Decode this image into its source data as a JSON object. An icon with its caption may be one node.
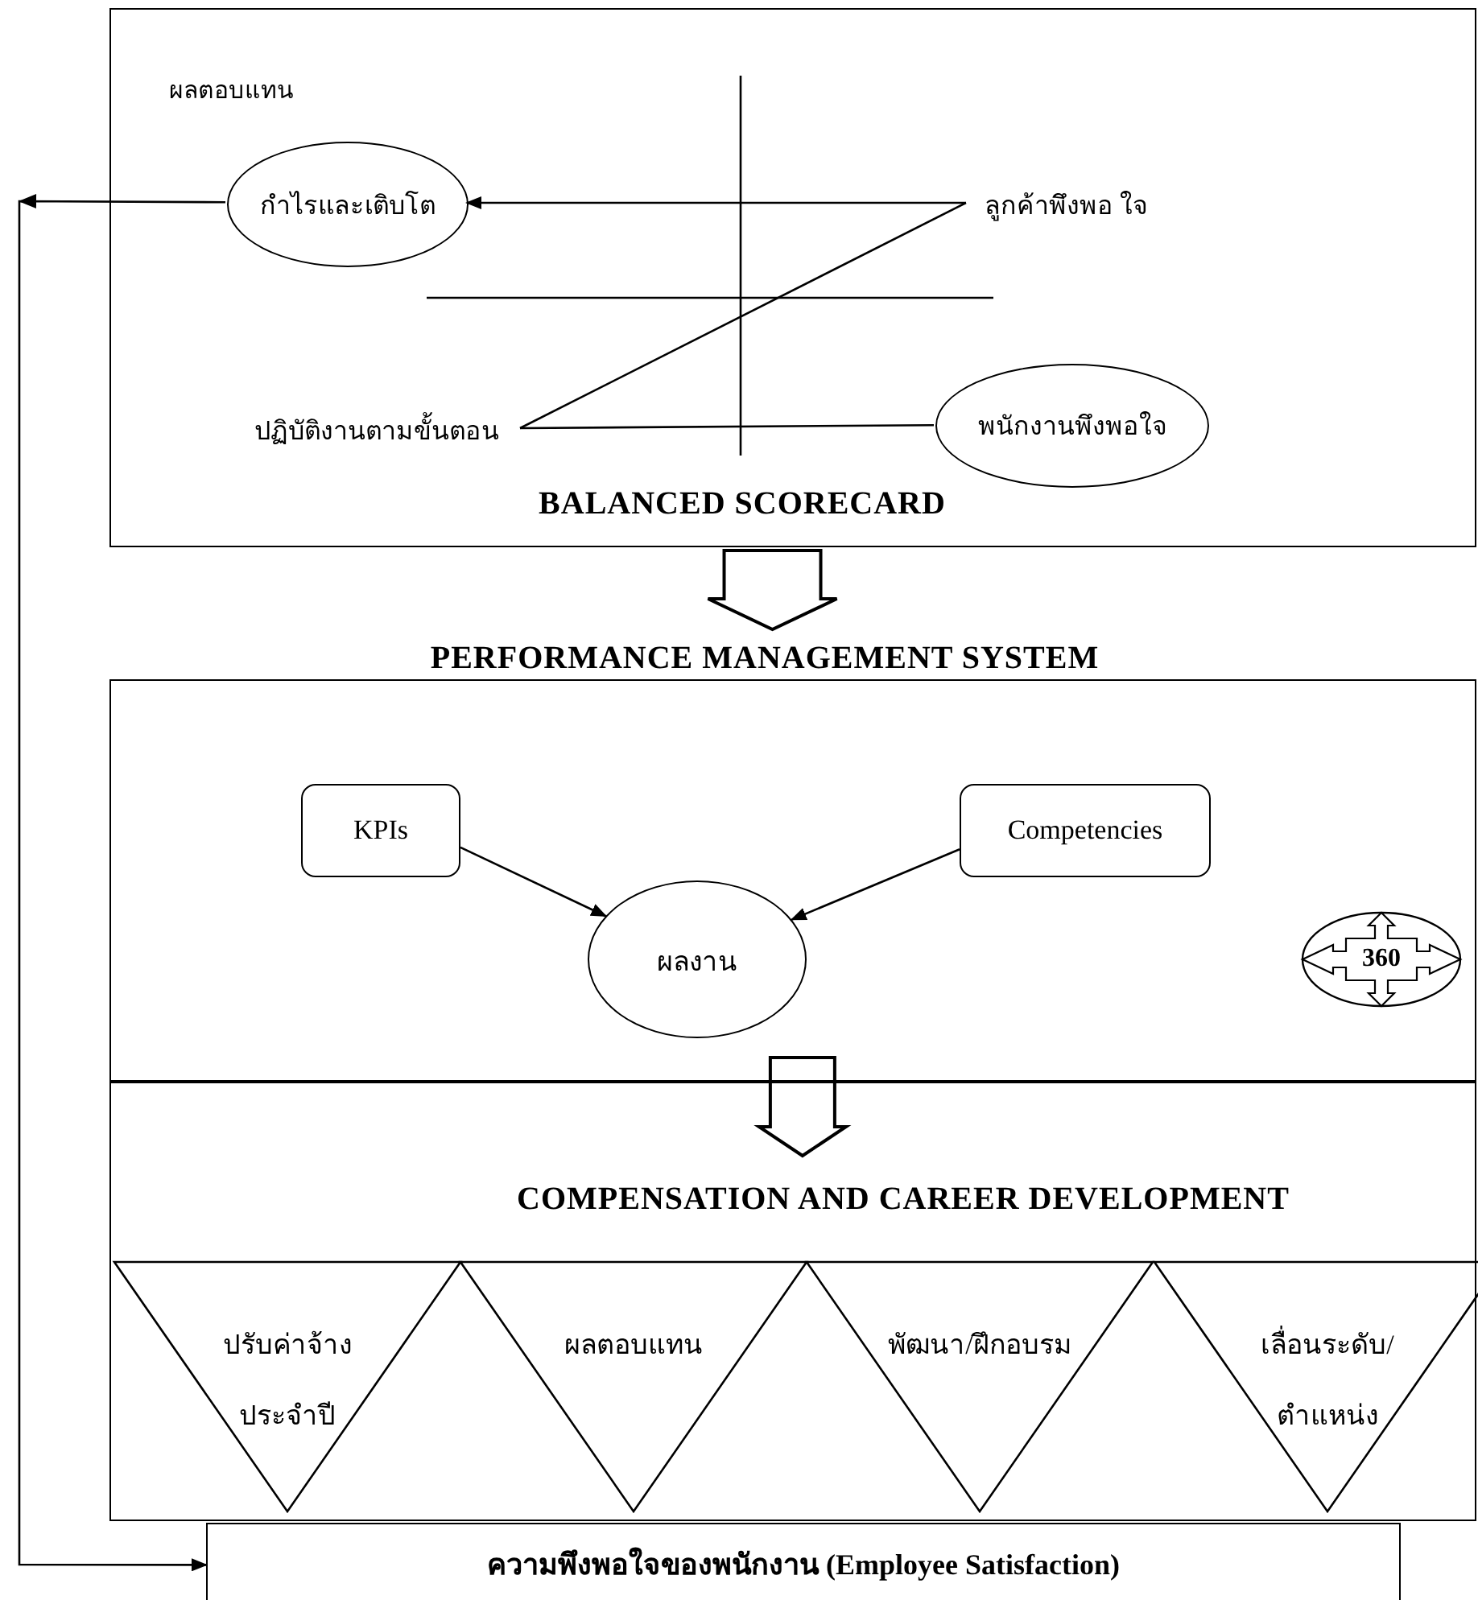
{
  "diagram": {
    "nodes": [
      {
        "text": [
          "BALANCED SCORECARD"
        ]
      },
      {
        "text": [
          "กำไรและเติบโต"
        ],
        "in": 0
      },
      {
        "text": [
          "ลูกค้าพึงพอ ใจ"
        ],
        "in": 0
      },
      {
        "text": [
          "ปฏิบัติงานตามขั้นตอน"
        ],
        "in": 0
      },
      {
        "text": [
          "พนักงานพึงพอใจ"
        ],
        "in": 0
      },
      {
        "text": [
          "PERFORMANCE MANAGEMENT SYSTEM"
        ]
      },
      {
        "text": [
          "KPIs"
        ],
        "in": 5
      },
      {
        "text": [
          "Competencies"
        ],
        "in": 5
      },
      {
        "text": [
          "ผลงาน"
        ],
        "in": 5
      },
      {
        "text": [
          "360"
        ],
        "in": 5
      },
      {
        "text": [
          "COMPENSATION AND CAREER DEVELOPMENT"
        ]
      },
      {
        "text": [
          "ปรับค่าจ้าง ประจำปี"
        ],
        "in": 10
      },
      {
        "text": [
          "ผลตอบแทน"
        ],
        "in": 10
      },
      {
        "text": [
          "พัฒนา/ฝึกอบรม"
        ],
        "in": 10
      },
      {
        "text": [
          "เลื่อนระดับ/ ตำแหน่ง"
        ],
        "in": 10
      },
      {
        "text": [
          "ความพึงพอใจของพนักงาน (Employee Satisfaction)"
        ]
      }
    ],
    "edges": [
      {
        "from": 2,
        "to": 1,
        "arrow": "to"
      },
      {
        "from": 3,
        "to": 2,
        "arrow": "none"
      },
      {
        "from": 3,
        "to": 4,
        "arrow": "none"
      },
      {
        "from": 1,
        "to": 15,
        "arrow": "to"
      },
      {
        "from": 0,
        "to": 5,
        "arrow": "to"
      },
      {
        "from": 6,
        "to": 8,
        "arrow": "to"
      },
      {
        "from": 7,
        "to": 8,
        "arrow": "to"
      },
      {
        "from": 5,
        "to": 10,
        "arrow": "to"
      }
    ],
    "labels": [
      "ผลตอบแทน"
    ]
  }
}
